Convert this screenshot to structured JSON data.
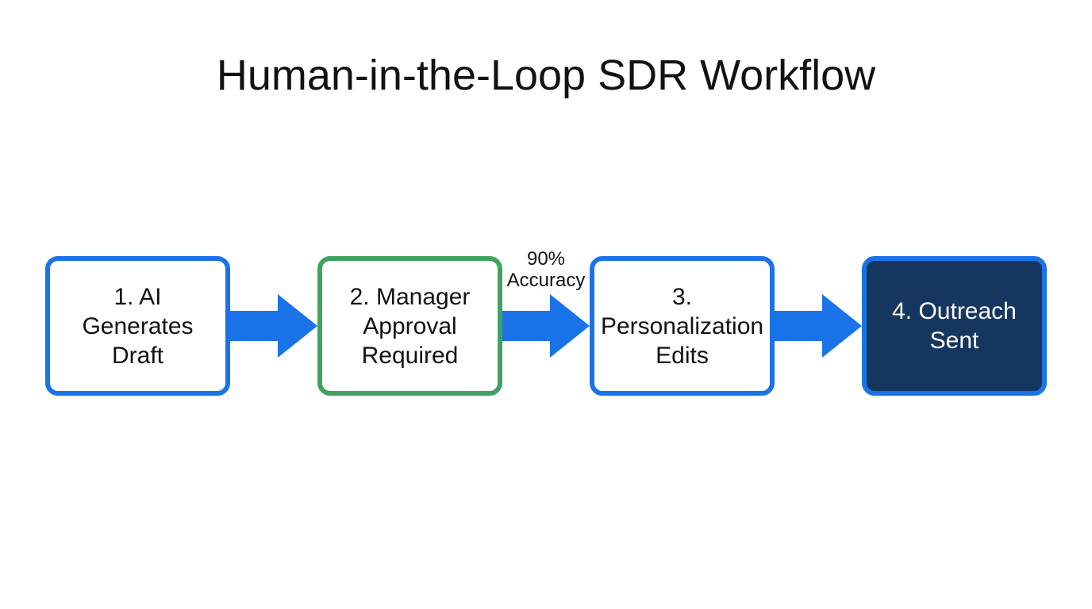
{
  "title": "Human-in-the-Loop SDR Workflow",
  "colors": {
    "background": "#ffffff",
    "arrow_blue": "#1a73e8",
    "border_blue": "#1a73e8",
    "border_green": "#3fa35f",
    "dark_fill_navy": "#15375f",
    "text_black": "#111111",
    "text_white": "#ffffff"
  },
  "workflow": {
    "arrow_color": "#1a73e8",
    "steps": [
      {
        "label": "1. AI\nGenerates\nDraft",
        "border_color": "#1a73e8",
        "fill_color": "#ffffff",
        "text_color": "#111111"
      },
      {
        "label": "2. Manager\nApproval\nRequired",
        "border_color": "#3fa35f",
        "fill_color": "#ffffff",
        "text_color": "#111111"
      },
      {
        "label": "3.\nPersonalization\nEdits",
        "border_color": "#1a73e8",
        "fill_color": "#ffffff",
        "text_color": "#111111"
      },
      {
        "label": "4. Outreach\nSent",
        "border_color": "#1a73e8",
        "fill_color": "#15375f",
        "text_color": "#ffffff"
      }
    ],
    "connectors": [
      {
        "label": ""
      },
      {
        "label": "90%\nAccuracy"
      },
      {
        "label": ""
      }
    ]
  }
}
